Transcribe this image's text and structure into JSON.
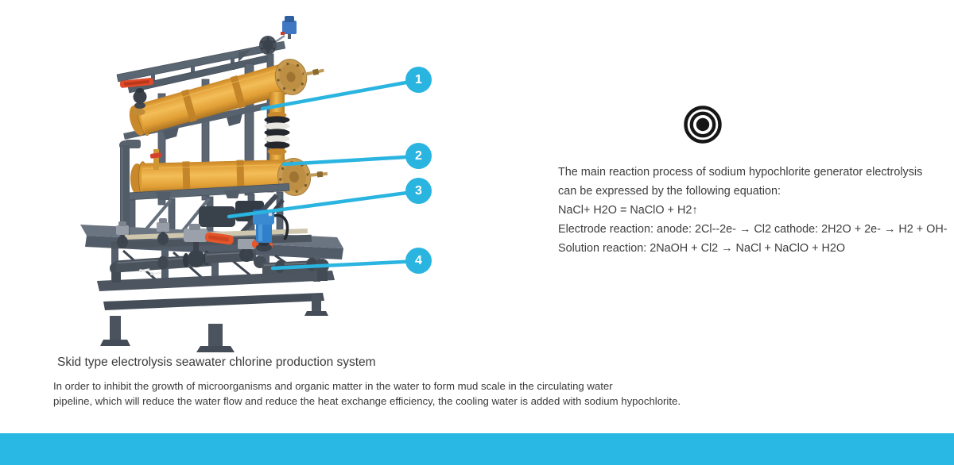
{
  "colors": {
    "accent_cyan": "#2ab4e0",
    "footer_bar": "#29b7e3",
    "icon_black": "#161616",
    "body_text": "#3c3c3c",
    "machine_cell_yellow": "#e7a33b",
    "machine_frame_gray": "#5f6a76",
    "machine_pipe_dark": "#4a525c",
    "machine_valve_orange": "#e4562c",
    "machine_pump_blue": "#3a8ad2",
    "machine_flange_tan": "#c99b51"
  },
  "callouts": [
    {
      "number": "1"
    },
    {
      "number": "2"
    },
    {
      "number": "3"
    },
    {
      "number": "4"
    }
  ],
  "reaction": {
    "icon": "bullseye-target-icon",
    "lines": [
      "The main reaction process of sodium hypochlorite generator electrolysis",
      "can be expressed by the following equation:",
      "NaCl+ H2O = NaClO + H2↑",
      "Electrode reaction: anode: 2Cl--2e- → Cl2 cathode: 2H2O + 2e- → H2 + OH-",
      "Solution reaction: 2NaOH + Cl2 → NaCl + NaClO + H2O"
    ]
  },
  "caption": {
    "title": "Skid type electrolysis seawater chlorine production system",
    "description_lines": [
      "In order to inhibit the growth of microorganisms and organic matter in the water to form mud scale in the circulating water",
      "pipeline, which will reduce the water flow and reduce the heat exchange efficiency, the cooling water is added with sodium hypochlorite."
    ]
  }
}
